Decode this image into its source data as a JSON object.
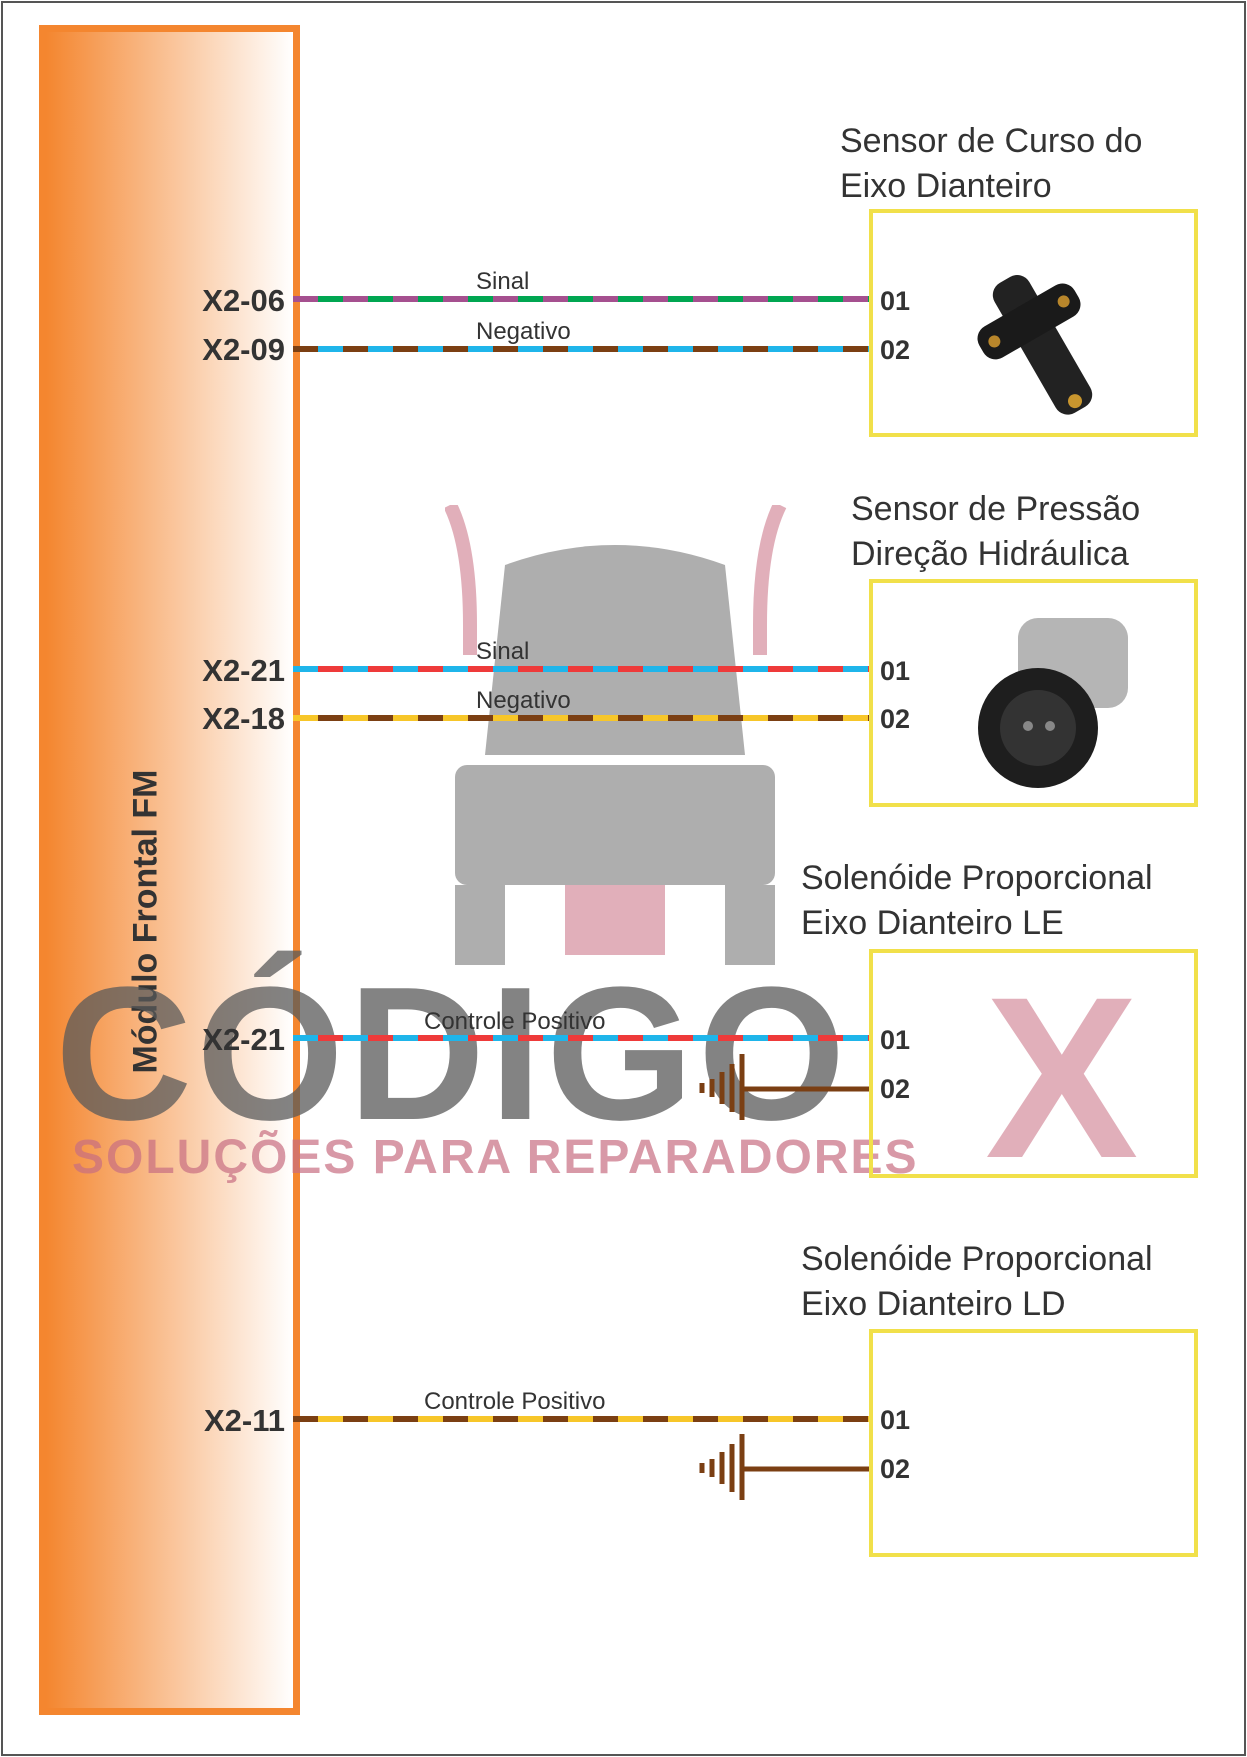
{
  "module": {
    "label": "Módulo Frontal FM"
  },
  "watermark": {
    "brand": "CÓDIGO",
    "brand_x": "X",
    "tagline": "SOLUÇÕES PARA REPARADORES"
  },
  "colors": {
    "purple": "#a5508f",
    "green": "#00a651",
    "brown": "#7b3f13",
    "cyan": "#1fb5ea",
    "red": "#ee3a3a",
    "yellow": "#f7c629",
    "box": "#f1e04a",
    "module": "#f4862f"
  },
  "components": [
    {
      "title": [
        "Sensor de Curso do",
        "Eixo Dianteiro"
      ],
      "wires": [
        {
          "connector": "X2-06",
          "label": "Sinal",
          "pin": "01",
          "colors": [
            "purple",
            "green"
          ]
        },
        {
          "connector": "X2-09",
          "label": "Negativo",
          "pin": "02",
          "colors": [
            "brown",
            "cyan"
          ]
        }
      ]
    },
    {
      "title": [
        "Sensor de Pressão",
        "Direção Hidráulica"
      ],
      "wires": [
        {
          "connector": "X2-21",
          "label": "Sinal",
          "pin": "01",
          "colors": [
            "cyan",
            "red"
          ]
        },
        {
          "connector": "X2-18",
          "label": "Negativo",
          "pin": "02",
          "colors": [
            "yellow",
            "brown"
          ]
        }
      ]
    },
    {
      "title": [
        "Solenóide Proporcional",
        "Eixo Dianteiro LE"
      ],
      "wires": [
        {
          "connector": "X2-21",
          "label": "Controle Positivo",
          "pin": "01",
          "colors": [
            "cyan",
            "red"
          ]
        }
      ],
      "ground_pin": "02"
    },
    {
      "title": [
        "Solenóide Proporcional",
        "Eixo Dianteiro LD"
      ],
      "wires": [
        {
          "connector": "X2-11",
          "label": "Controle Positivo",
          "pin": "01",
          "colors": [
            "yellow",
            "brown"
          ]
        }
      ],
      "ground_pin": "02"
    }
  ]
}
